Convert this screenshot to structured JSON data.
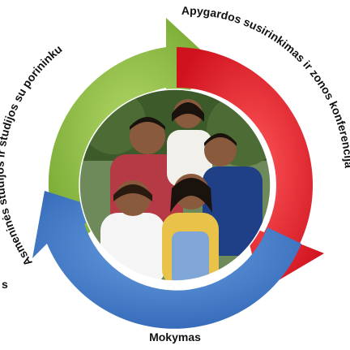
{
  "cycle": {
    "segments": [
      {
        "label": "Apygardos susirinkimas ir zonos konferencija",
        "color": "#e3202b"
      },
      {
        "label": "Mokymas",
        "color": "#3f7fcf"
      },
      {
        "label": "Asmeninės studijos ir studijos su porininku",
        "color": "#8fc13c"
      }
    ]
  },
  "photo": {
    "subject": "family-photo",
    "colors": {
      "sky": "#6e8a5a",
      "foliage": "#3c5a2a",
      "shirt_plaid": "#b63a46",
      "shirt_blue": "#1f3f86",
      "overalls": "#7fa6d6",
      "skin": "#8a5a3c",
      "hair": "#1a120c",
      "top_yellow": "#e9c24a"
    }
  },
  "stray_mark": "s"
}
